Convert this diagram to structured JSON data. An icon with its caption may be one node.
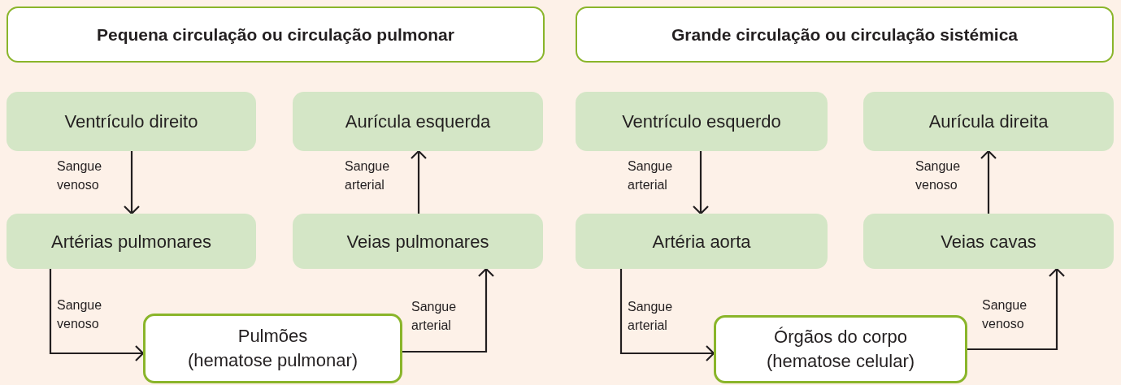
{
  "diagram": {
    "nodes": [
      {
        "text": [
          "Pequena circulação ou circulação pulmonar"
        ]
      },
      {
        "text": [
          "Ventrículo direito"
        ]
      },
      {
        "text": [
          "Aurícula esquerda"
        ]
      },
      {
        "text": [
          "Artérias pulmonares"
        ]
      },
      {
        "text": [
          "Veias pulmonares"
        ]
      },
      {
        "text": [
          "Pulmões",
          "(hematose pulmonar)"
        ]
      },
      {
        "text": [
          "Grande circulação ou circulação sistémica"
        ]
      },
      {
        "text": [
          "Ventrículo esquerdo"
        ]
      },
      {
        "text": [
          "Aurícula direita"
        ]
      },
      {
        "text": [
          "Artéria aorta"
        ]
      },
      {
        "text": [
          "Veias cavas"
        ]
      },
      {
        "text": [
          "Órgãos do corpo",
          "(hematose celular)"
        ]
      }
    ],
    "edges": [
      {
        "from": 1,
        "to": 3,
        "arrow": "to",
        "label": "Sangue venoso"
      },
      {
        "from": 3,
        "to": 5,
        "arrow": "to",
        "label": "Sangue venoso"
      },
      {
        "from": 5,
        "to": 4,
        "arrow": "to",
        "label": "Sangue arterial"
      },
      {
        "from": 4,
        "to": 2,
        "arrow": "to",
        "label": "Sangue arterial"
      },
      {
        "from": 7,
        "to": 9,
        "arrow": "to",
        "label": "Sangue arterial"
      },
      {
        "from": 9,
        "to": 11,
        "arrow": "to",
        "label": "Sangue arterial"
      },
      {
        "from": 11,
        "to": 10,
        "arrow": "to",
        "label": "Sangue venoso"
      },
      {
        "from": 10,
        "to": 8,
        "arrow": "to",
        "label": "Sangue venoso"
      }
    ]
  }
}
